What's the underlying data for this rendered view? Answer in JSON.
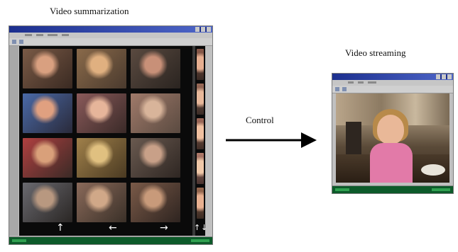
{
  "captions": {
    "summarization": "Video summarization",
    "streaming": "Video streaming",
    "control": "Control"
  },
  "summary_window": {
    "thumbnails": [
      {
        "colors": [
          "#7a5a46",
          "#d9a080",
          "#3a2a22"
        ]
      },
      {
        "colors": [
          "#8a6a4a",
          "#e0b080",
          "#4a3a2e"
        ]
      },
      {
        "colors": [
          "#5a4a40",
          "#c89078",
          "#2a2420"
        ]
      },
      {
        "colors": [
          "#4a6aa8",
          "#e0a080",
          "#2a2a3a"
        ]
      },
      {
        "colors": [
          "#8a5a5a",
          "#e6b59a",
          "#3a2a28"
        ]
      },
      {
        "colors": [
          "#a07a6a",
          "#d8b49a",
          "#5a4a40"
        ]
      },
      {
        "colors": [
          "#b04040",
          "#d9a07a",
          "#3a2a26"
        ]
      },
      {
        "colors": [
          "#a0804a",
          "#e0c080",
          "#4a3a22"
        ]
      },
      {
        "colors": [
          "#6a5a50",
          "#c8a088",
          "#2e2622"
        ]
      },
      {
        "colors": [
          "#6a6a70",
          "#b89880",
          "#2a2624"
        ]
      },
      {
        "colors": [
          "#8a6a5a",
          "#d0a888",
          "#3a3028"
        ]
      },
      {
        "colors": [
          "#7a5a48",
          "#c89a7a",
          "#2e2420"
        ]
      }
    ],
    "strip": [
      {
        "colors": [
          "#8a5a4a",
          "#e6ae90",
          "#3a2a24"
        ]
      },
      {
        "colors": [
          "#9a6a58",
          "#e8b89a",
          "#3a2c26"
        ]
      },
      {
        "colors": [
          "#a06a5a",
          "#f0c0a0",
          "#402e26"
        ]
      },
      {
        "colors": [
          "#b07a6a",
          "#f0c8a8",
          "#4a3430"
        ]
      },
      {
        "colors": [
          "#9a6a50",
          "#e8b090",
          "#3a2a22"
        ]
      }
    ],
    "nav_arrows": [
      "↑",
      "←",
      "→",
      "↑",
      "↓"
    ]
  }
}
